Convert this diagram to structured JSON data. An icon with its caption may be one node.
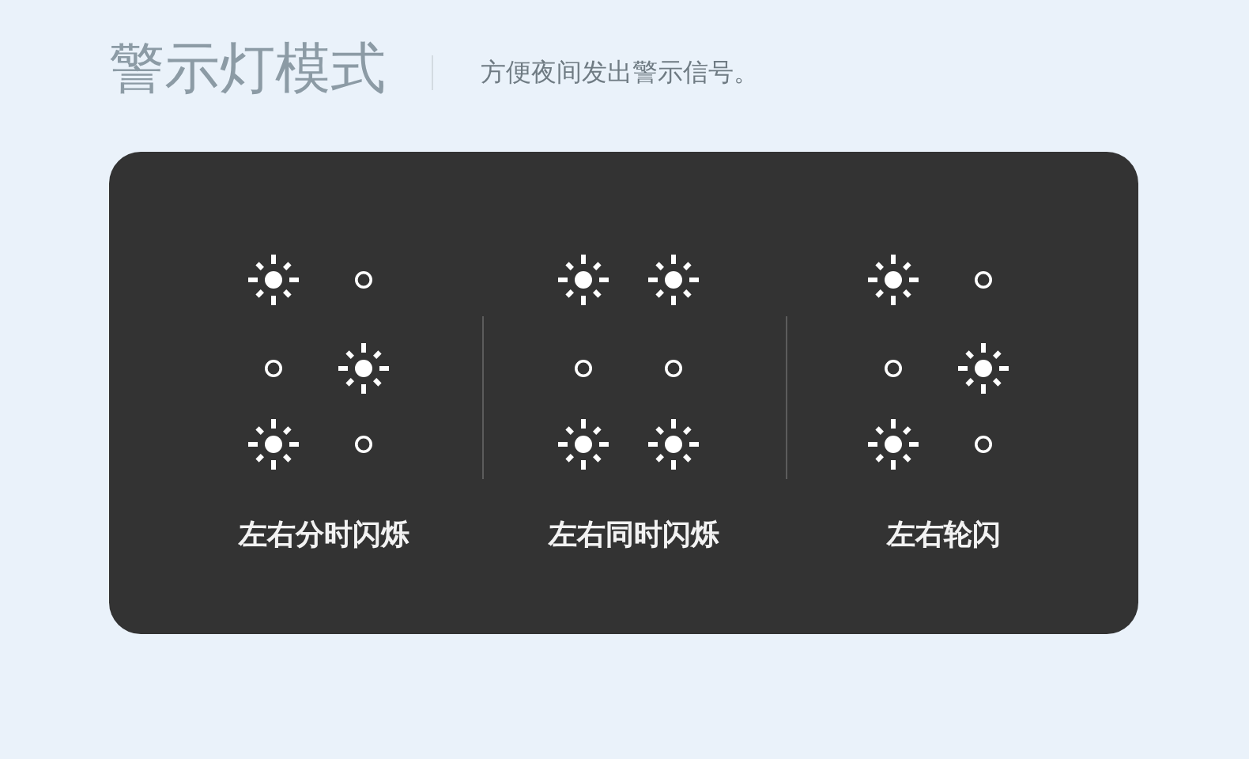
{
  "diagram": {
    "title": "警示灯模式",
    "nodes": [
      {
        "text": [
          "左右分时闪烁",
          "左右同时闪烁",
          "左右轮闪"
        ]
      }
    ],
    "labels": [
      "方便夜间发出警示信号。"
    ]
  }
}
